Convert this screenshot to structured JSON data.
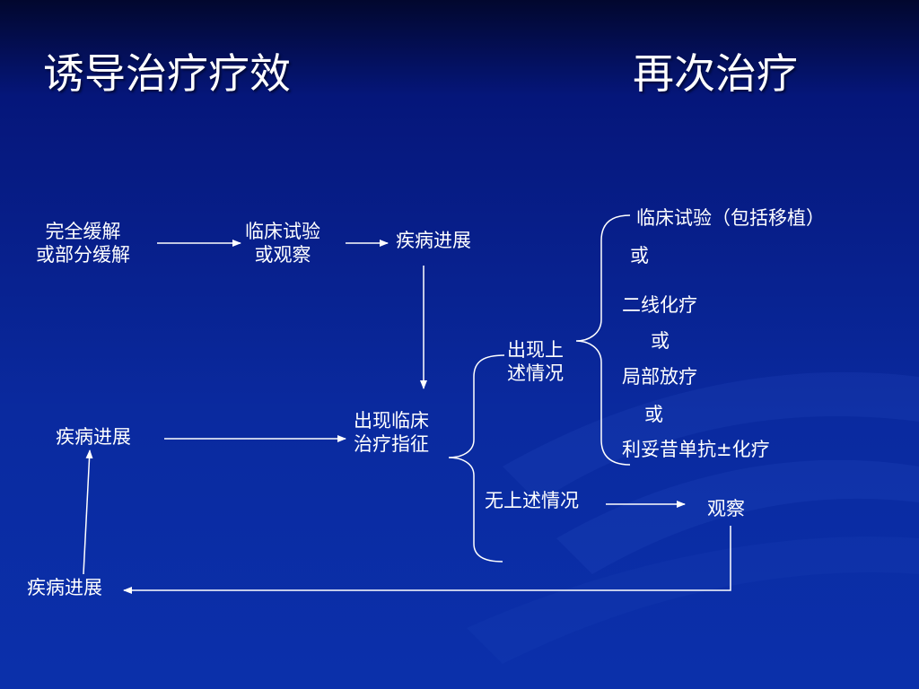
{
  "titles": {
    "left": "诱导治疗疗效",
    "right": "再次治疗"
  },
  "nodes": {
    "complete_remission": [
      "完全缓解",
      "或部分缓解"
    ],
    "trial_or_observe": [
      "临床试验",
      "或观察"
    ],
    "progression_top": "疾病进展",
    "progression_mid": "疾病进展",
    "progression_bottom": "疾病进展",
    "treatment_indication": [
      "出现临床",
      "治疗指征"
    ],
    "condition_present": [
      "出现上",
      "述情况"
    ],
    "condition_absent": "无上述情况",
    "observe": "观察"
  },
  "options": {
    "clinical_trial": "临床试验（包括移植）",
    "or_1": "或",
    "second_line": "二线化疗",
    "or_2": "或",
    "local_radio": "局部放疗",
    "or_3": "或",
    "rituximab": "利妥昔单抗±化疗"
  },
  "colors": {
    "background_top": "#02072e",
    "background_bottom": "#0b30ab",
    "text": "#ffffff",
    "lines": "#ffffff"
  }
}
